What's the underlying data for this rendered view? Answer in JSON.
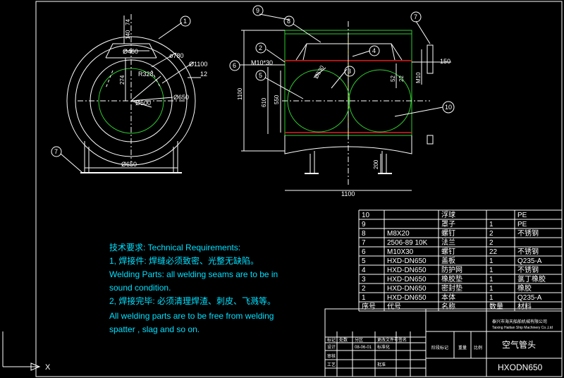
{
  "drawing": {
    "left_view": {
      "dims": {
        "h140": "140",
        "h74": "74",
        "d460": "Ø460",
        "r780": "ø780",
        "d1100": "Ø1100",
        "r328": "R328",
        "t274": "274",
        "t12": "12",
        "d650a": "Ø650",
        "d500": "Ø500",
        "d650b": "Ø650"
      },
      "balloons": {
        "b1": "1",
        "b7": "7"
      }
    },
    "front_view": {
      "dims": {
        "m10x30": "M10*30",
        "d530": "Ø530",
        "h1100": "1100",
        "h610": "610",
        "h550": "550",
        "v52": "52",
        "v22": "22",
        "m10": "M10",
        "w150": "150",
        "h200": "200",
        "w1100": "1100"
      },
      "balloons": {
        "b9": "9",
        "b8": "8",
        "b2": "2",
        "b6": "6",
        "b5": "5",
        "b3": "3",
        "b4": "4",
        "b7": "7",
        "b10": "10"
      }
    },
    "requirements": [
      "技术要求: Technical Requirements:",
      "1, 焊接件: 焊缝必须致密、光整无缺陷。",
      "Welding Parts: all welding seams are to be in",
      "sound condition.",
      "2, 焊接完毕: 必须清理焊渣、刺皮、飞溅等。",
      "All welding parts are to be free from welding",
      "spatter , slag and so on."
    ],
    "bom": {
      "rows": [
        [
          "10",
          "",
          "浮球",
          "",
          "PE"
        ],
        [
          "9",
          "",
          "罩子",
          "1",
          "PE"
        ],
        [
          "8",
          "M8X20",
          "螺钉",
          "2",
          "不锈钢"
        ],
        [
          "7",
          "2506-89 10K",
          "法兰",
          "2",
          ""
        ],
        [
          "6",
          "M10X30",
          "螺钉",
          "22",
          "不锈钢"
        ],
        [
          "5",
          "HXD-DN650",
          "盖板",
          "1",
          "Q235-A"
        ],
        [
          "4",
          "HXD-DN650",
          "防护网",
          "1",
          "不锈钢"
        ],
        [
          "3",
          "HXD-DN650",
          "橡胶垫",
          "1",
          "氯丁橡胶"
        ],
        [
          "2",
          "HXD-DN650",
          "密封垫",
          "1",
          "橡胶"
        ],
        [
          "1",
          "HXD-DN650",
          "本体",
          "1",
          "Q235-A"
        ]
      ],
      "header": [
        "序号",
        "代号",
        "名称",
        "数量",
        "材料"
      ]
    },
    "title_block": {
      "company": "泰兴市海天船舶机械有限公司",
      "company_en": "Taixing Haitian Ship Machinery Co.,Ltd",
      "part_name": "空气管头",
      "drawing_no": "HXODN650",
      "row1": [
        "标记",
        "处数",
        "分区",
        "更改文件号",
        "签名"
      ],
      "row2": [
        "设计",
        "",
        "08-06-01",
        "标准化",
        ""
      ],
      "row3": [
        "审核",
        "",
        "",
        "",
        ""
      ],
      "row4": [
        "工艺",
        "",
        "",
        "批准",
        ""
      ],
      "stage_label": "阶段标记",
      "weight_label": "重量",
      "scale_label": "比例"
    },
    "ucs": {
      "x_label": "X"
    }
  },
  "colors": {
    "background": "#000000",
    "line": "#ffffff",
    "green": "#2ecc2e",
    "red": "#e02020",
    "yellow": "#ffff66",
    "cyan": "#00e0ff"
  }
}
